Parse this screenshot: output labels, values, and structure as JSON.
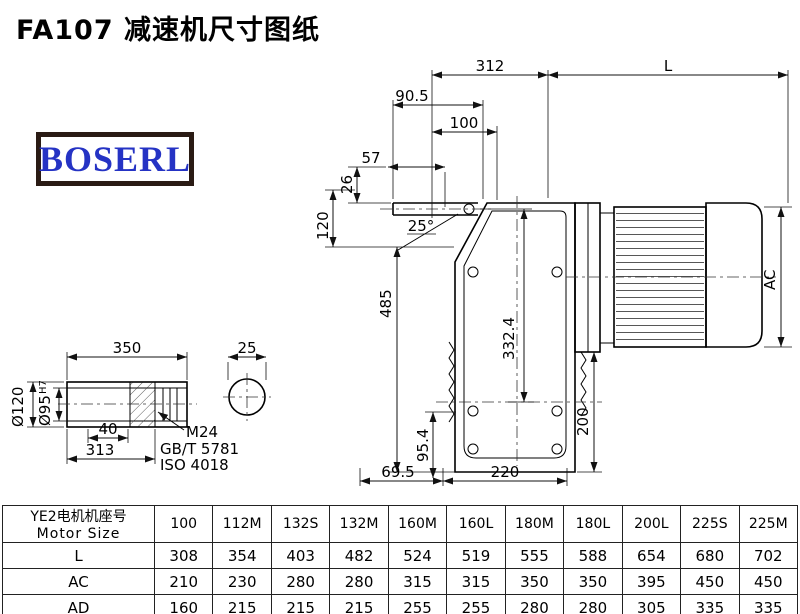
{
  "title": "FA107 减速机尺寸图纸",
  "logo": {
    "text": "BOSERL"
  },
  "dims": {
    "d312": "312",
    "dL": "L",
    "d90_5": "90.5",
    "d100": "100",
    "d57": "57",
    "d26": "26",
    "d120": "120",
    "d25deg": "25°",
    "d485": "485",
    "d332_4": "332.4",
    "dAC": "AC",
    "d200": "200",
    "d69_5": "69.5",
    "d220": "220",
    "d95_4": "95.4",
    "d350": "350",
    "d25": "25",
    "d40": "40",
    "d313": "313",
    "dia120": "Ø120",
    "dia95": "Ø95",
    "dia95_sup": "H7",
    "m24": "M24",
    "gbt": "GB/T 5781",
    "iso": "ISO 4018"
  },
  "table": {
    "header_cn": "YE2电机机座号",
    "header_en": "Motor Size",
    "columns": [
      "100",
      "112M",
      "132S",
      "132M",
      "160M",
      "160L",
      "180M",
      "180L",
      "200L",
      "225S",
      "225M"
    ],
    "rows": [
      {
        "label": "L",
        "values": [
          "308",
          "354",
          "403",
          "482",
          "524",
          "519",
          "555",
          "588",
          "654",
          "680",
          "702"
        ]
      },
      {
        "label": "AC",
        "values": [
          "210",
          "230",
          "280",
          "280",
          "315",
          "315",
          "350",
          "350",
          "395",
          "450",
          "450"
        ]
      },
      {
        "label": "AD",
        "values": [
          "160",
          "215",
          "215",
          "215",
          "255",
          "255",
          "280",
          "280",
          "305",
          "335",
          "335"
        ]
      }
    ]
  }
}
